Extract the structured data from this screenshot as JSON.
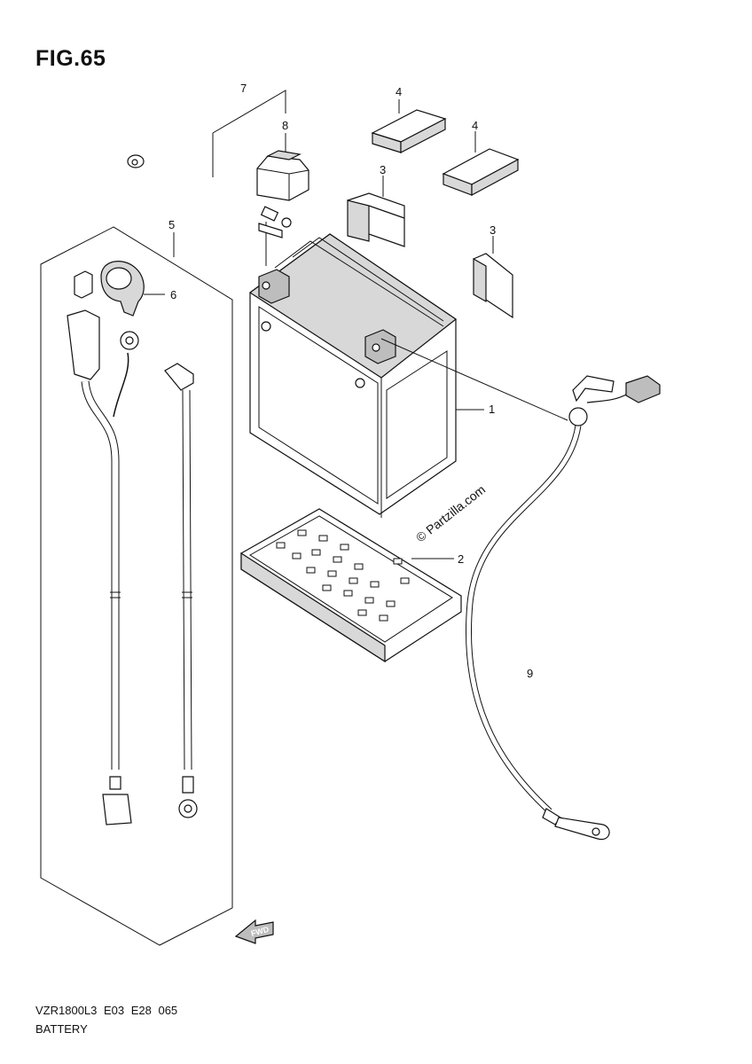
{
  "figure": {
    "title": "FIG.65"
  },
  "watermark": "© Partzilla.com",
  "fwd_label": "FWD",
  "callouts": {
    "c1": "1",
    "c2": "2",
    "c3a": "3",
    "c3b": "3",
    "c4a": "4",
    "c4b": "4",
    "c5": "5",
    "c6": "6",
    "c7": "7",
    "c8": "8",
    "c9": "9"
  },
  "footer": {
    "model_code": "VZR1800L3 E03 E28 065",
    "section_name": "BATTERY"
  },
  "colors": {
    "line": "#111111",
    "part_fill": "#ffffff",
    "part_shade": "#d8d8d8"
  }
}
